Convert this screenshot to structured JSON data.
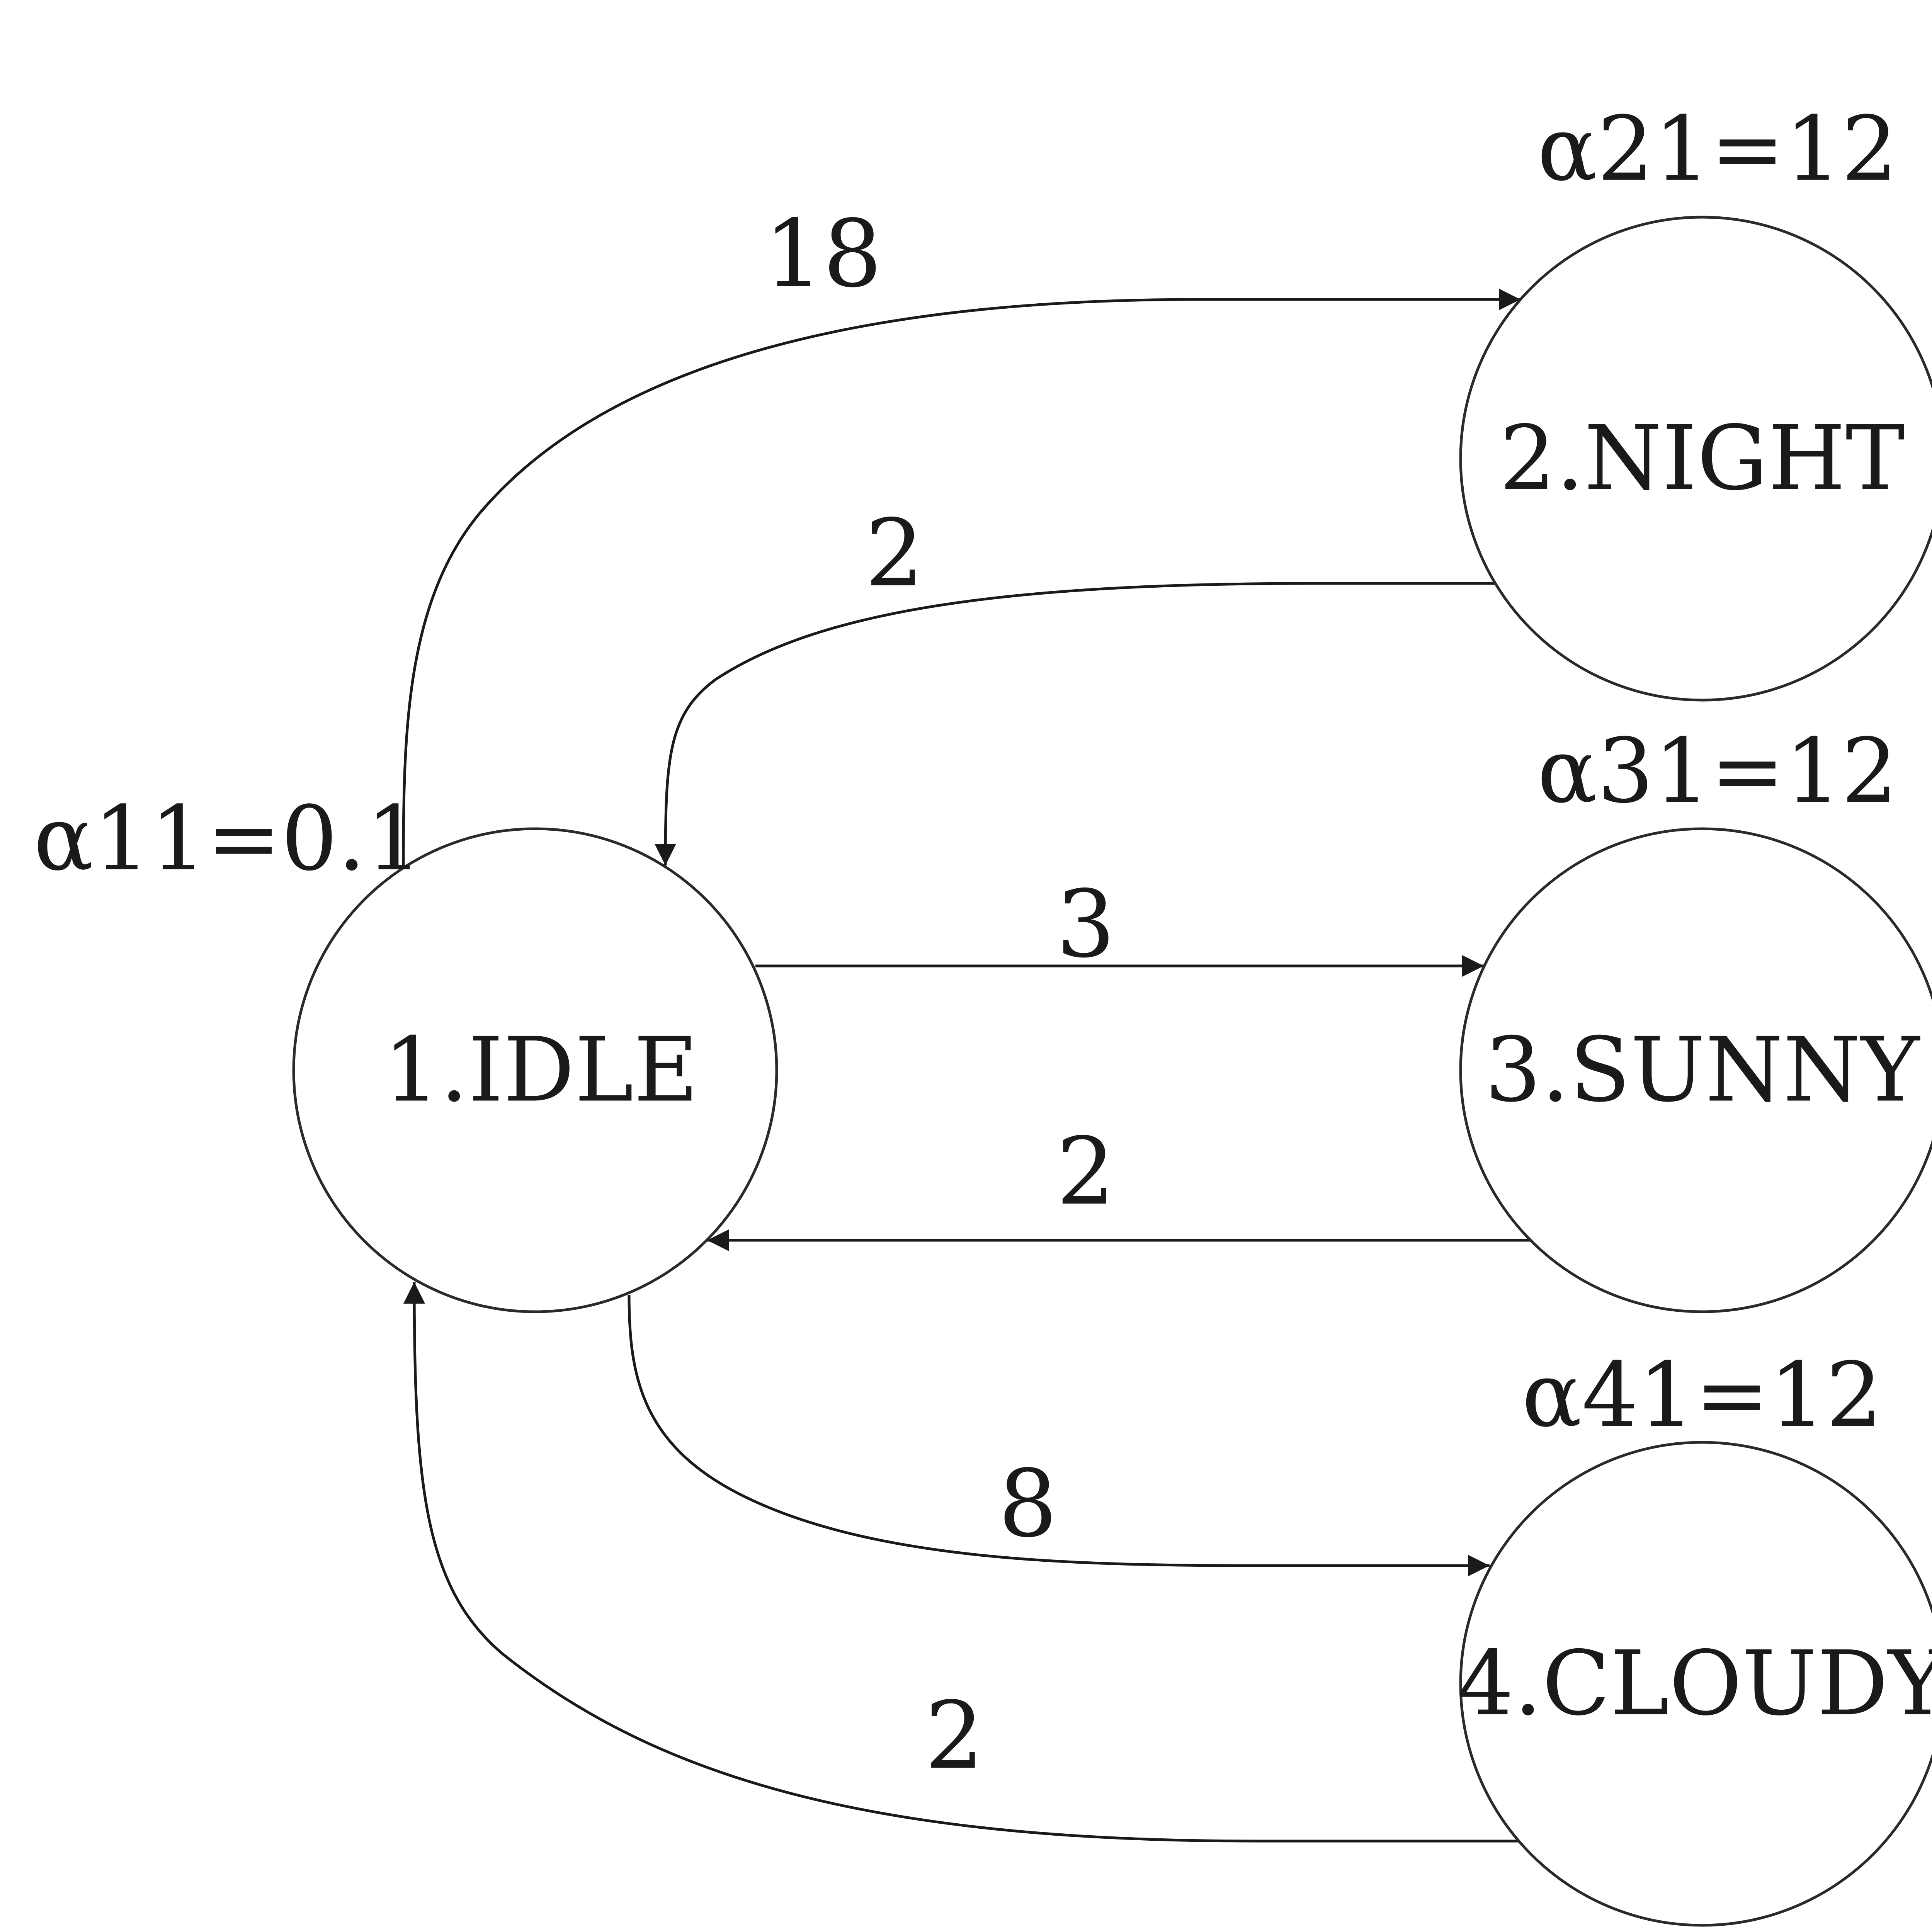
{
  "diagram": {
    "nodes": [
      {
        "id": "idle",
        "label": "1.IDLE"
      },
      {
        "id": "night",
        "label": "2.NIGHT"
      },
      {
        "id": "sunny",
        "label": "3.SUNNY"
      },
      {
        "id": "cloudy",
        "label": "4.CLOUDY"
      }
    ],
    "self_rates": [
      {
        "node": "idle",
        "text": "α11=0.1"
      },
      {
        "node": "night",
        "text": "α21=12"
      },
      {
        "node": "sunny",
        "text": "α31=12"
      },
      {
        "node": "cloudy",
        "text": "α41=12"
      }
    ],
    "edges": [
      {
        "from": "idle",
        "to": "night",
        "label": "18"
      },
      {
        "from": "night",
        "to": "idle",
        "label": "2"
      },
      {
        "from": "idle",
        "to": "sunny",
        "label": "3"
      },
      {
        "from": "sunny",
        "to": "idle",
        "label": "2"
      },
      {
        "from": "idle",
        "to": "cloudy",
        "label": "8"
      },
      {
        "from": "cloudy",
        "to": "idle",
        "label": "2"
      }
    ]
  }
}
